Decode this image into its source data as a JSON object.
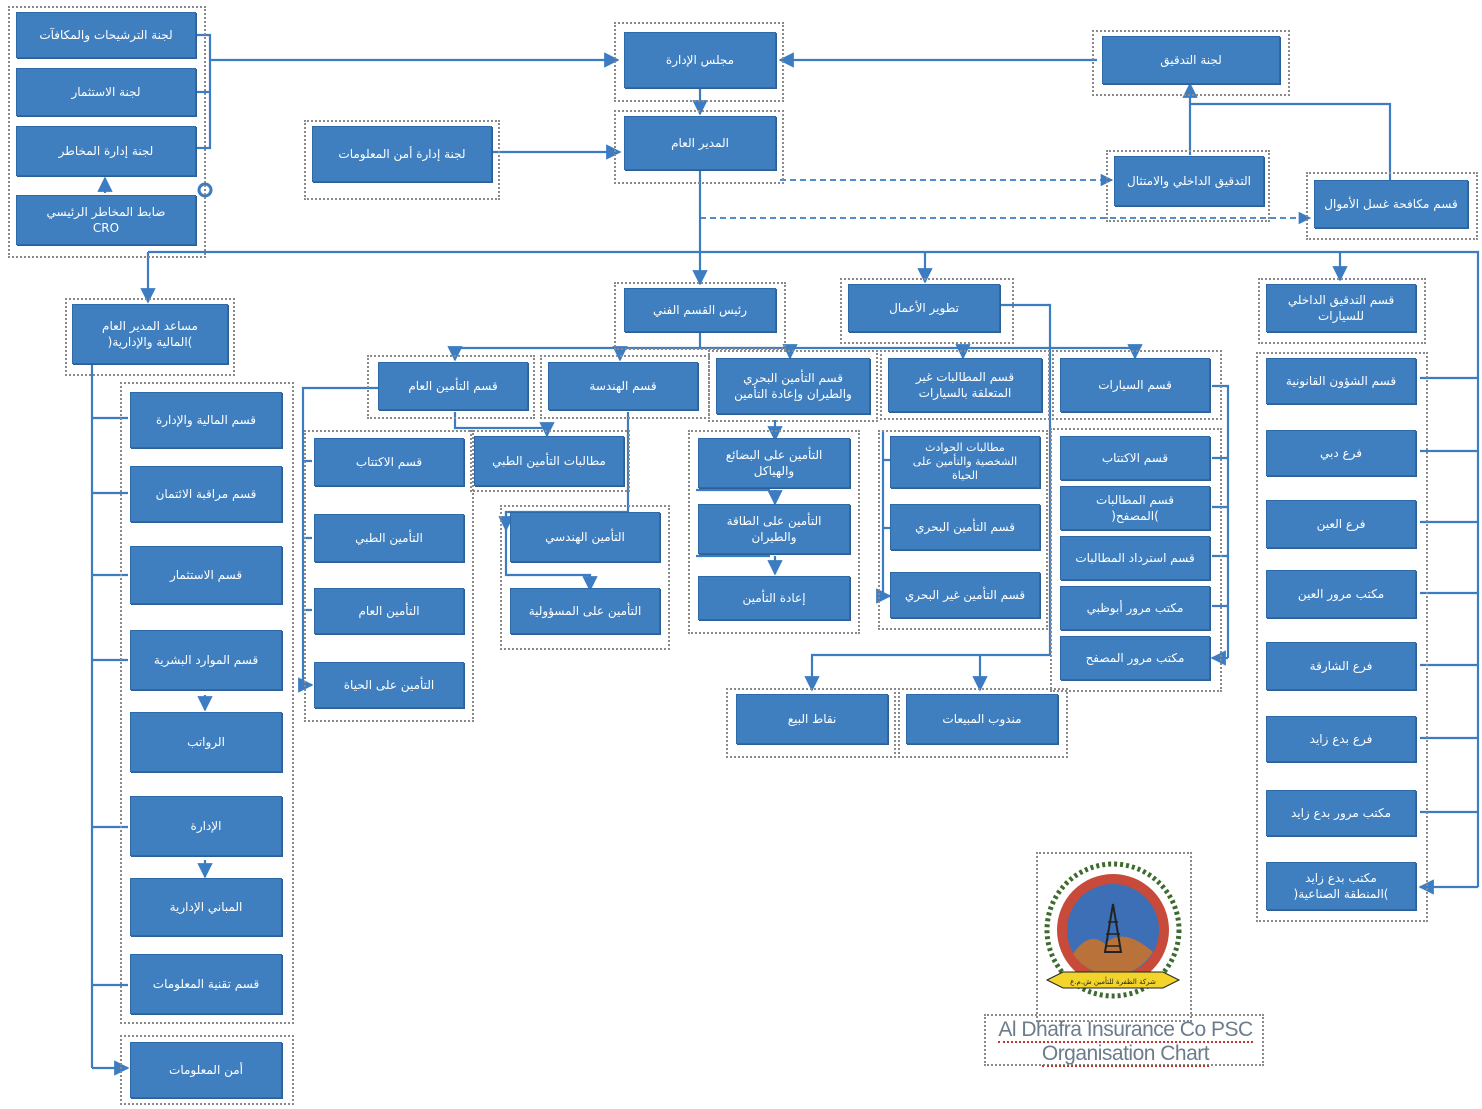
{
  "colors": {
    "box": "#3f7fc0",
    "connector": "#3b7cc2",
    "frame": "#8a8a8a"
  },
  "caption": {
    "line1": "Al Dhafra Insurance Co PSC",
    "line2": "Organisation Chart"
  },
  "logo": {
    "name": "al-dhafra-emblem",
    "ribbon_text": "شركة الظفرة للتأمين ش.م.ع"
  },
  "nodes": {
    "board_committees": [
      "لجنة الترشيحات والمكافآت",
      "لجنة الاستثمار",
      "لجنة إدارة المخاطر"
    ],
    "cro": [
      "ضابط المخاطر الرئيسي",
      "CRO"
    ],
    "board": "مجلس الإدارة",
    "audit_committee": "لجنة التدقيق",
    "info_security_committee": "لجنة إدارة أمن المعلومات",
    "general_manager": "المدير العام",
    "internal_audit": "التدقيق الداخلي والامتثال",
    "aml": "قسم مكافحة غسل الأموال",
    "agm": [
      "مساعد المدير العام",
      ")المالية والإدارية("
    ],
    "left_column": [
      "قسم المالية والإدارة",
      "قسم مراقبة الائتمان",
      "قسم الاستثمار",
      "قسم الموارد البشرية",
      "الرواتب",
      "الإدارة",
      "المباني الإدارية",
      "قسم تقنية المعلومات",
      "أمن المعلومات"
    ],
    "technical_head": "رئيس القسم الفني",
    "business_dev": "تطوير الأعمال",
    "general_insurance": "قسم التأمين العام",
    "engineering": "قسم الهندسة",
    "marine_aviation": [
      "قسم التأمين البحري",
      "والطيران وإعادة التأمين"
    ],
    "claims_non_motor": [
      "قسم المطالبات غير",
      "المتعلقة بالسيارات"
    ],
    "motor": "قسم السيارات",
    "right_column": [
      [
        "قسم التدقيق الداخلي",
        "للسيارات"
      ],
      [
        "قسم الشؤون القانونية"
      ],
      [
        "فرع دبي"
      ],
      [
        "فرع العين"
      ],
      [
        "مكتب مرور العين"
      ],
      [
        "فرع الشارقة"
      ],
      [
        "فرع بدع زايد"
      ],
      [
        "مكتب مرور بدع زايد"
      ],
      [
        "مكتب بدع زايد",
        ")المنطقة الصناعية("
      ]
    ],
    "underwriting": "قسم الاكتتاب",
    "medical_claims": "مطالبات التأمين الطبي",
    "gi_col": [
      "التأمين الطبي",
      "التأمين العام",
      "التأمين على الحياة"
    ],
    "eng_col": [
      "التأمين الهندسي",
      "التأمين على المسؤولية"
    ],
    "marine_col": [
      [
        "التأمين على البضائع",
        "والهياكل"
      ],
      [
        "التأمين على الطاقة",
        "والطيران"
      ],
      [
        "إعادة التأمين"
      ]
    ],
    "claims_col": [
      [
        "مطالبات الحوادث",
        "الشخصية والتأمين على",
        "الحياة"
      ],
      [
        "قسم التأمين البحري"
      ],
      [
        "قسم التأمين غير البحري"
      ]
    ],
    "motor_col": [
      [
        "قسم الاكتتاب"
      ],
      [
        "قسم المطالبات",
        ")المصفح("
      ],
      [
        "قسم استرداد المطالبات"
      ],
      [
        "مكتب مرور أبوظبي"
      ],
      [
        "مكتب مرور المصفح"
      ]
    ],
    "sales_points": "نقاط البيع",
    "sales_rep": "مندوب المبيعات"
  }
}
